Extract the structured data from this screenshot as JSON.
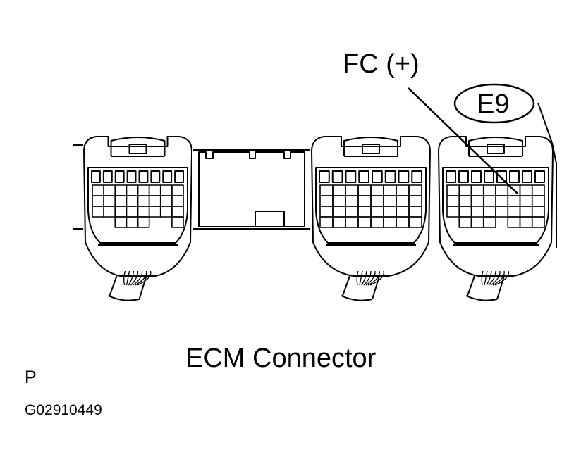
{
  "callout_pin": "FC (+)",
  "connector_code": "E9",
  "caption": "ECM Connector",
  "view_code": "P",
  "figure_id": "G02910449"
}
